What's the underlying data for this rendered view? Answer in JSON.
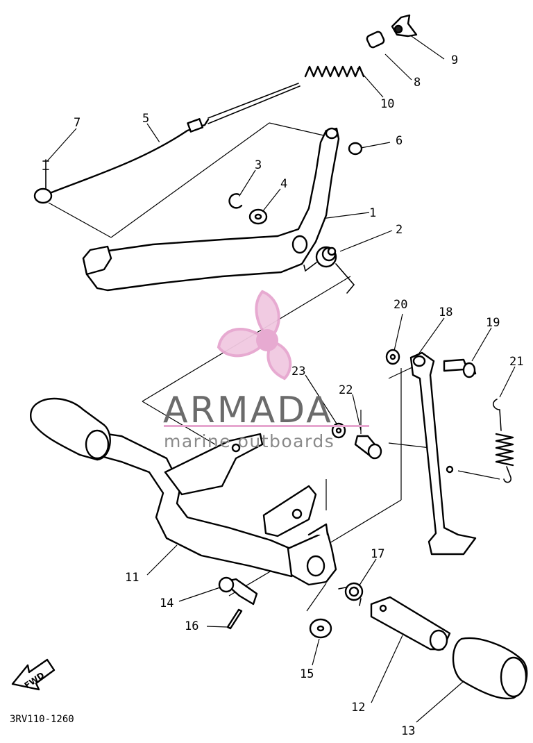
{
  "diagram": {
    "part_code": "3RV110-1260",
    "direction_badge": "FWD",
    "callouts": [
      "1",
      "2",
      "3",
      "4",
      "5",
      "6",
      "7",
      "8",
      "9",
      "10",
      "11",
      "12",
      "13",
      "14",
      "15",
      "16",
      "17",
      "18",
      "19",
      "20",
      "21",
      "22",
      "23"
    ]
  },
  "watermark": {
    "brand": "ARMADA",
    "tagline": "marine outboards",
    "color_pink": "#e6a6cf",
    "color_gray": "#6b6b6b"
  }
}
